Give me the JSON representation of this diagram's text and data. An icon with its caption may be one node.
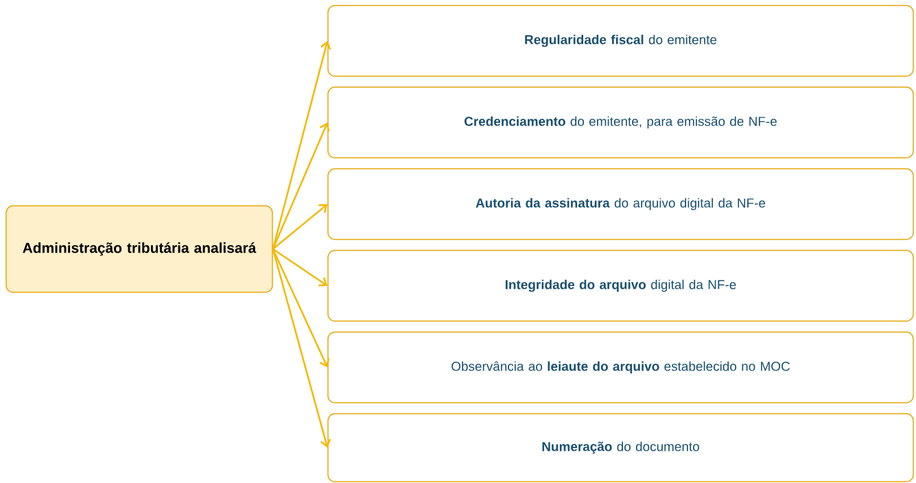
{
  "diagram": {
    "nodes": [
      {
        "text": [
          "Administração tributária analisará"
        ]
      },
      {
        "text": [
          "**Regularidade fiscal** do emitente"
        ]
      },
      {
        "text": [
          "**Credenciamento** do emitente, para emissão de NF-e"
        ]
      },
      {
        "text": [
          "**Autoria da assinatura** do arquivo digital da NF-e"
        ]
      },
      {
        "text": [
          "**Integridade do arquivo** digital da NF-e"
        ]
      },
      {
        "text": [
          "Observância ao **leiaute do arquivo** estabelecido no MOC"
        ]
      },
      {
        "text": [
          "**Numeração** do documento"
        ]
      }
    ],
    "edges": [
      {
        "from": 0,
        "to": 1,
        "arrow": "to"
      },
      {
        "from": 0,
        "to": 2,
        "arrow": "to"
      },
      {
        "from": 0,
        "to": 3,
        "arrow": "to"
      },
      {
        "from": 0,
        "to": 4,
        "arrow": "to"
      },
      {
        "from": 0,
        "to": 5,
        "arrow": "to"
      },
      {
        "from": 0,
        "to": 6,
        "arrow": "to"
      }
    ]
  }
}
